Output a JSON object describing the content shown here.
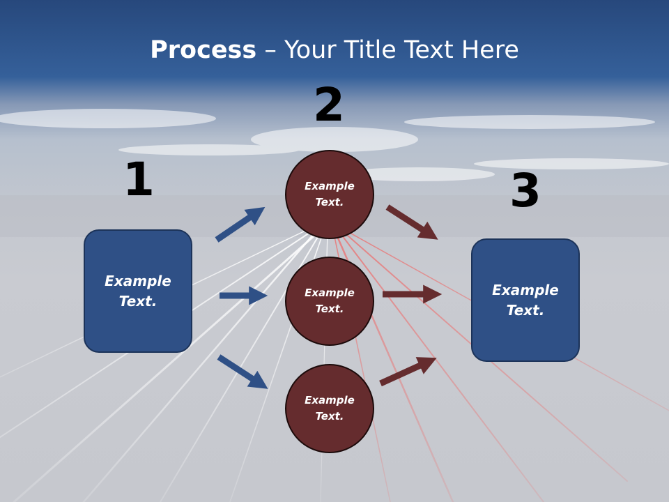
{
  "title": {
    "bold": "Process",
    "rest": " – Your Title Text Here"
  },
  "steps": {
    "one": "1",
    "two": "2",
    "three": "3"
  },
  "boxes": {
    "left": [
      "Example",
      "Text."
    ],
    "right": [
      "Example",
      "Text."
    ]
  },
  "circles": {
    "top": [
      "Example",
      "Text."
    ],
    "middle": [
      "Example",
      "Text."
    ],
    "bottom": [
      "Example",
      "Text."
    ]
  },
  "colors": {
    "box_fill": "#2f5086",
    "circle_fill": "#652c2e",
    "arrow_blue": "#2f5086",
    "arrow_red": "#652c2e",
    "header_blue": "#2f5a96"
  }
}
